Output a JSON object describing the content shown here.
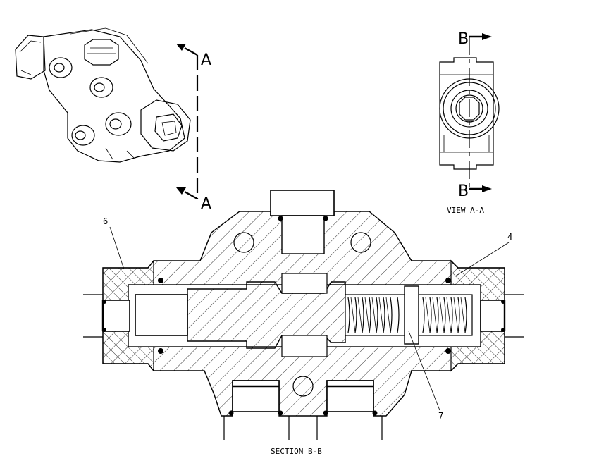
{
  "labels": {
    "section_a_top": "A",
    "section_a_bottom": "A",
    "section_b_top": "B",
    "section_b_bottom": "B",
    "view_title": "VIEW A-A",
    "section_title": "SECTION B-B",
    "callout_6": "6",
    "callout_4": "4",
    "callout_7": "7"
  }
}
